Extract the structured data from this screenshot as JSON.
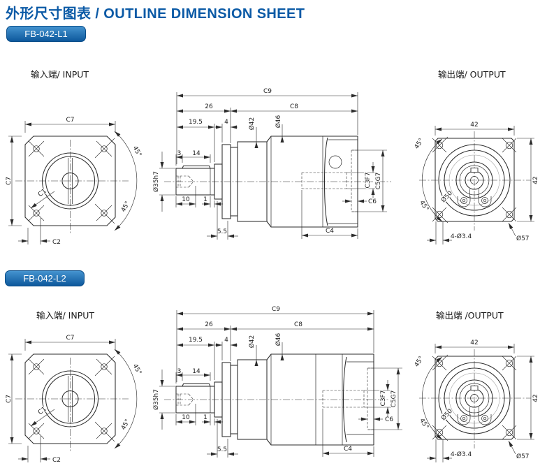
{
  "page": {
    "title": "外形尺寸图表 / OUTLINE DIMENSION SHEET",
    "colors": {
      "title_blue": "#0b5aa6",
      "badge_top": "#4493cf",
      "badge_bottom": "#0d589c",
      "line": "#2b2b2b"
    }
  },
  "sections": [
    {
      "badge": "FB-042-L1",
      "input_label": "输入端/ INPUT",
      "output_label": "输出端/ OUTPUT",
      "input": {
        "c7_top": "C7",
        "c7_left": "C7",
        "c1": "C1",
        "c2": "C2",
        "a45_top": "45°",
        "a45_bottom": "45°"
      },
      "side": {
        "c9": "C9",
        "l26": "26",
        "c8": "C8",
        "l19_5": "19.5",
        "l4": "4",
        "d42": "Ø42",
        "d46": "Ø46",
        "d35": "Ø35h7",
        "l3": "3",
        "l14": "14",
        "l10": "10",
        "l1": "1",
        "l5_5": "5.5",
        "c3f7": "C3F7",
        "c5g7": "C5G7",
        "c6": "C6",
        "c4": "C4"
      },
      "output": {
        "w42": "42",
        "h42": "42",
        "d50": "Ø50",
        "holes": "4-Ø3.4",
        "d57": "Ø57",
        "a45_top": "45°",
        "a45_bottom": "45°"
      }
    },
    {
      "badge": "FB-042-L2",
      "input_label": "输入端/ INPUT",
      "output_label": "输出端 /OUTPUT",
      "input": {
        "c7_top": "C7",
        "c7_left": "C7",
        "c1": "C1",
        "c2": "C2",
        "a45_top": "45°",
        "a45_bottom": "45°"
      },
      "side": {
        "c9": "C9",
        "l26": "26",
        "c8": "C8",
        "l19_5": "19.5",
        "l4": "4",
        "d42": "Ø42",
        "d46": "Ø46",
        "d35": "Ø35h7",
        "l3": "3",
        "l14": "14",
        "l10": "10",
        "l1": "1",
        "l5_5": "5.5",
        "c3f7": "C3F7",
        "c5g7": "C5G7",
        "c6": "C6",
        "c4": "C4"
      },
      "output": {
        "w42": "42",
        "h42": "42",
        "d50": "Ø50",
        "holes": "4-Ø3.4",
        "d57": "Ø57",
        "a45_top": "45°",
        "a45_bottom": "45°"
      }
    }
  ]
}
